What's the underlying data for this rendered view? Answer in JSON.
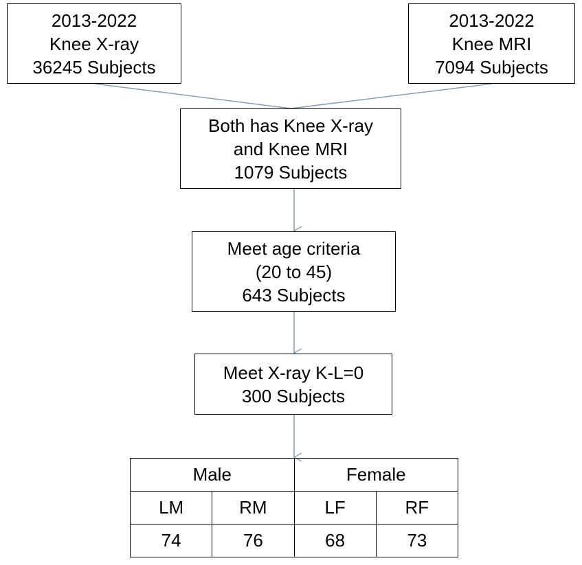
{
  "flowchart": {
    "xray_box": {
      "line1": "2013-2022",
      "line2": "Knee X-ray",
      "line3": "36245 Subjects"
    },
    "mri_box": {
      "line1": "2013-2022",
      "line2": "Knee MRI",
      "line3": "7094 Subjects"
    },
    "both_box": {
      "line1": "Both has Knee X-ray",
      "line2": "and Knee MRI",
      "line3": "1079 Subjects"
    },
    "age_box": {
      "line1": "Meet age criteria",
      "line2": "(20 to 45)",
      "line3": "643 Subjects"
    },
    "kl_box": {
      "line1": "Meet X-ray K-L=0",
      "line2": "300 Subjects"
    },
    "connector_color": "#7f9fc4"
  },
  "table": {
    "groups": [
      "Male",
      "Female"
    ],
    "subgroups": [
      "LM",
      "RM",
      "LF",
      "RF"
    ],
    "counts": [
      "74",
      "76",
      "68",
      "73"
    ]
  }
}
